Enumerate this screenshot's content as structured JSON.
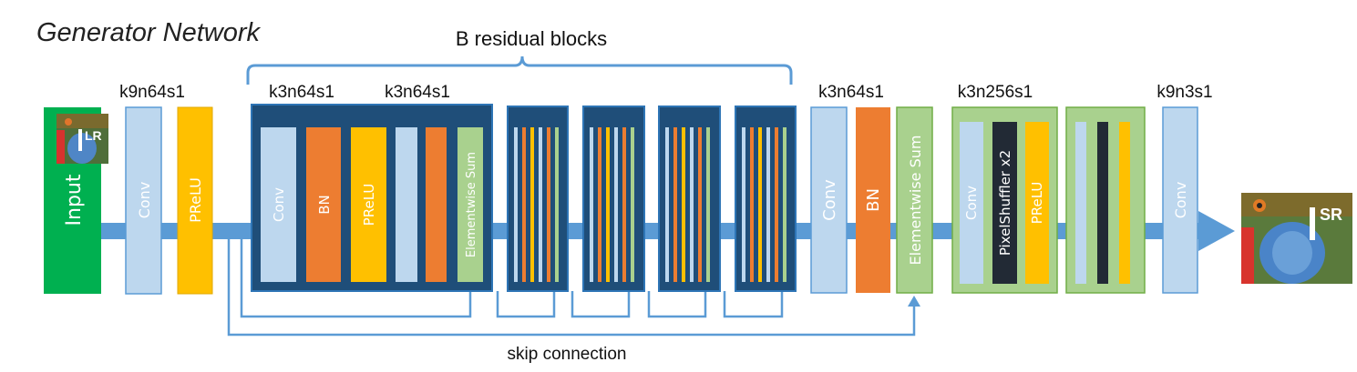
{
  "title": "Generator Network",
  "residual_label": "B residual blocks",
  "skip_label": "skip connection",
  "params": {
    "first_conv": "k9n64s1",
    "res_conv1": "k3n64s1",
    "res_conv2": "k3n64s1",
    "post_conv": "k3n64s1",
    "upsample_conv": "k3n256s1",
    "final_conv": "k9n3s1"
  },
  "blocks": {
    "input": "Input",
    "conv": "Conv",
    "prelu": "PReLU",
    "bn": "BN",
    "elementwise_sum": "Elementwise Sum",
    "pixel_shuffler": "PixelShuffler x2"
  },
  "images": {
    "lr_label": "I",
    "lr_sub": "LR",
    "sr_label": "I",
    "sr_sup": "SR"
  },
  "colors": {
    "conv": "#bdd7ee",
    "bn": "#ed7d31",
    "prelu": "#ffc000",
    "sum": "#a9d18e",
    "input": "#00b050",
    "res_block": "#1f4e79",
    "upsample_block": "#a9d18e",
    "flow": "#5b9bd5"
  }
}
